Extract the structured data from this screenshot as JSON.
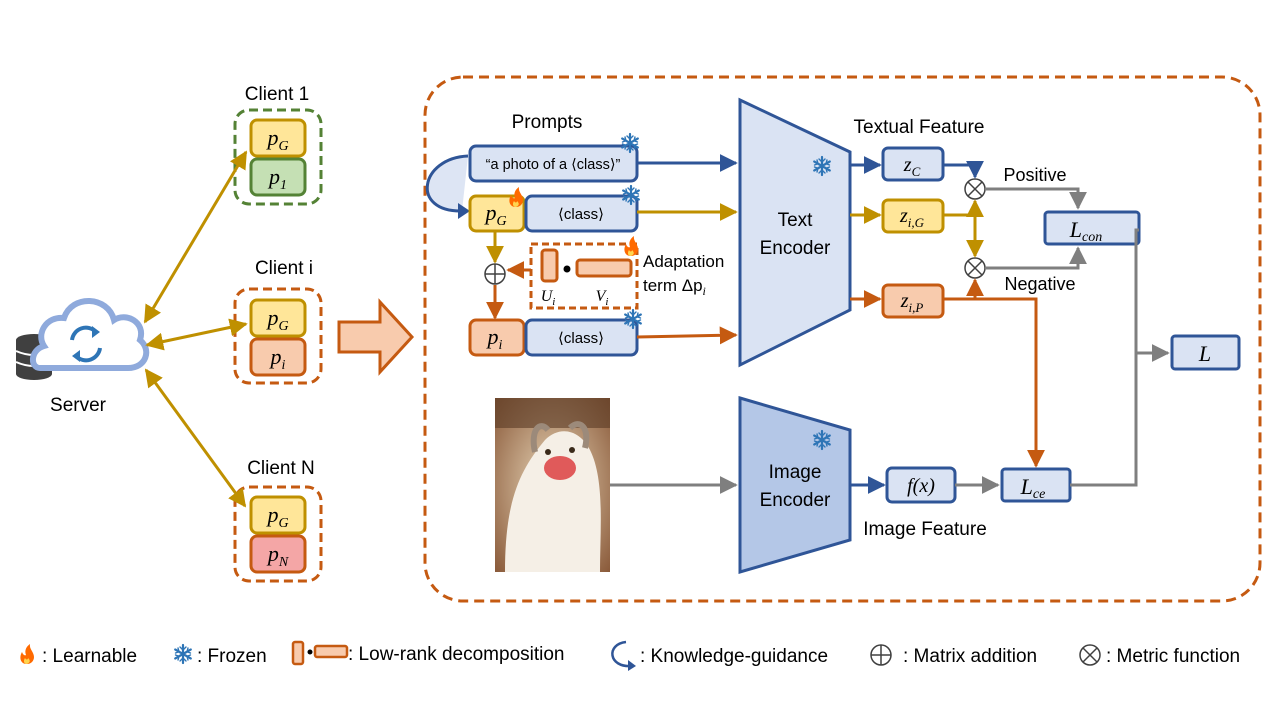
{
  "server": {
    "label": "Server"
  },
  "clients": [
    {
      "title": "Client 1",
      "global_prompt": "p",
      "global_sub": "G",
      "local_prompt": "p",
      "local_sub": "1",
      "color": "#548235",
      "local_fill": "#c5e0b4"
    },
    {
      "title": "Client i",
      "global_prompt": "p",
      "global_sub": "G",
      "local_prompt": "p",
      "local_sub": "i",
      "color": "#c55a11",
      "local_fill": "#f8cbad"
    },
    {
      "title": "Client N",
      "global_prompt": "p",
      "global_sub": "G",
      "local_prompt": "p",
      "local_sub": "N",
      "color": "#c55a11",
      "local_fill": "#f4a6a6"
    }
  ],
  "prompts_section": {
    "title": "Prompts",
    "template_text": "“a photo of a ⟨class⟩”",
    "class_token": "⟨class⟩",
    "adaptation_label_1": "Adaptation",
    "adaptation_label_2": "term Δp",
    "adaptation_sub": "i",
    "u_label": "U",
    "v_label": "V",
    "uv_sub": "i"
  },
  "encoders": {
    "text_line1": "Text",
    "text_line2": "Encoder",
    "image_line1": "Image",
    "image_line2": "Encoder"
  },
  "features": {
    "textual_title": "Textual Feature",
    "image_title": "Image Feature",
    "z_c": "z",
    "z_c_sub": "C",
    "z_ig": "z",
    "z_ig_sub": "i,G",
    "z_ip": "z",
    "z_ip_sub": "i,P",
    "f_x": "f(x)",
    "positive": "Positive",
    "negative": "Negative"
  },
  "losses": {
    "l_con": "L",
    "l_con_sub": "con",
    "l_ce": "L",
    "l_ce_sub": "ce",
    "l_total": "L"
  },
  "legend": {
    "learnable": ": Learnable",
    "frozen": ": Frozen",
    "low_rank": ": Low-rank decomposition",
    "knowledge": ": Knowledge-guidance",
    "matrix_add": ": Matrix addition",
    "metric": ": Metric function"
  },
  "colors": {
    "blue": "#2f5597",
    "gold": "#bf9000",
    "orange": "#c55a11",
    "gray": "#7f7f7f",
    "green": "#548235",
    "yellow_fill": "#ffe699",
    "blue_fill": "#dae3f3",
    "orange_fill": "#f8cbad",
    "encoder_fill": "#b4c7e7",
    "cloud": "#8faadc",
    "frozen_icon": "#2e75b6",
    "flame": "#ff6a00"
  }
}
